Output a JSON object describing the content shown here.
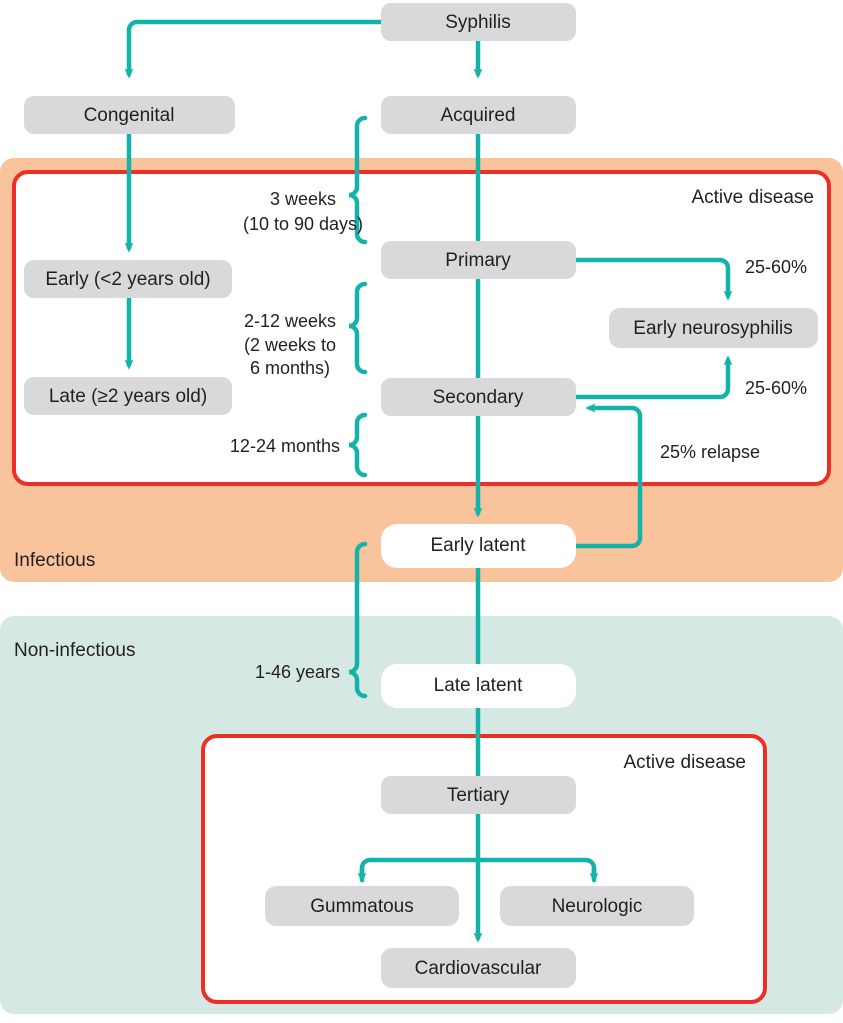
{
  "colors": {
    "node_fill_grey": "#D9D9DC",
    "node_fill_white": "#FFFFFF",
    "connector_teal": "#14B3AA",
    "region_border_red": "#EE2E24",
    "band_infectious": "#F9C49C",
    "band_noninfectious": "#D6E8E4",
    "text": "#231f20",
    "page_background": "#FFFFFF"
  },
  "bands": [
    {
      "id": "infectious",
      "label": "Infectious"
    },
    {
      "id": "non-infectious",
      "label": "Non-infectious"
    }
  ],
  "regions": [
    {
      "id": "active-disease-upper",
      "label": "Active disease"
    },
    {
      "id": "active-disease-lower",
      "label": "Active disease"
    }
  ],
  "nodes": [
    {
      "id": "syphilis",
      "label": "Syphilis",
      "style": "grey"
    },
    {
      "id": "congenital",
      "label": "Congenital",
      "style": "grey"
    },
    {
      "id": "acquired",
      "label": "Acquired",
      "style": "grey"
    },
    {
      "id": "early-congenital",
      "label": "Early (<2 years old)",
      "style": "grey"
    },
    {
      "id": "late-congenital",
      "label": "Late (≥2 years old)",
      "style": "grey"
    },
    {
      "id": "primary",
      "label": "Primary",
      "style": "grey"
    },
    {
      "id": "secondary",
      "label": "Secondary",
      "style": "grey"
    },
    {
      "id": "early-neurosyphilis",
      "label": "Early neurosyphilis",
      "style": "grey"
    },
    {
      "id": "early-latent",
      "label": "Early latent",
      "style": "white"
    },
    {
      "id": "late-latent",
      "label": "Late latent",
      "style": "white"
    },
    {
      "id": "tertiary",
      "label": "Tertiary",
      "style": "grey"
    },
    {
      "id": "gummatous",
      "label": "Gummatous",
      "style": "grey"
    },
    {
      "id": "neurologic",
      "label": "Neurologic",
      "style": "grey"
    },
    {
      "id": "cardiovascular",
      "label": "Cardiovascular",
      "style": "grey"
    }
  ],
  "annotations": {
    "acquired_to_primary": {
      "line1": "3 weeks",
      "line2": "(10 to 90 days)"
    },
    "primary_to_secondary": {
      "line1": "2-12 weeks",
      "line2": "(2 weeks to",
      "line3": "6 months)"
    },
    "secondary_to_early_latent": {
      "line1": "12-24 months"
    },
    "early_latent_to_late_latent": {
      "line1": "1-46 years"
    },
    "primary_to_neuro": {
      "label": "25-60%"
    },
    "secondary_to_neuro": {
      "label": "25-60%"
    },
    "relapse": {
      "label": "25% relapse"
    }
  }
}
